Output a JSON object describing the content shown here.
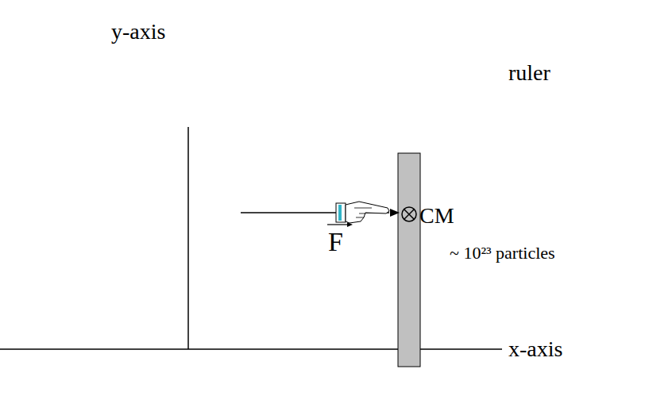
{
  "diagram": {
    "labels": [
      "y-axis",
      "ruler",
      "CM",
      "F",
      "~ 10²³ particles",
      "x-axis"
    ]
  }
}
